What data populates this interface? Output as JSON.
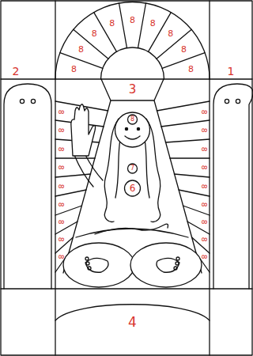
{
  "diagram": {
    "labels": [
      "2",
      "1",
      "3",
      "8",
      "8",
      "8",
      "8",
      "8",
      "8",
      "8",
      "8",
      "8",
      "8",
      "8",
      "8",
      "8",
      "8",
      "8",
      "8",
      "8",
      "8",
      "8",
      "8",
      "8",
      "8",
      "8",
      "8",
      "8",
      "8",
      "8",
      "8",
      "7",
      "6",
      "4"
    ]
  }
}
